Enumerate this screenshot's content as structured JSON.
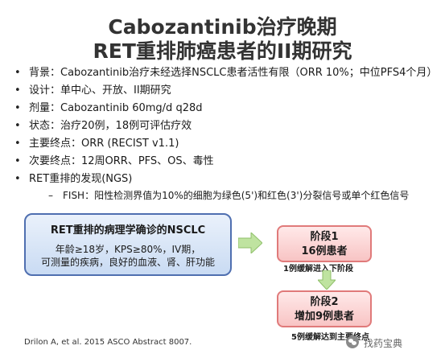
{
  "title": {
    "line1": "Cabozantinib治疗晚期",
    "line2": "RET重排肺癌患者的II期研究"
  },
  "bullets": [
    "背景：Cabozantinib治疗未经选择NSCLC患者活性有限（ORR 10%；中位PFS4个月）",
    "设计：单中心、开放、II期研究",
    "剂量：Cabozantinib 60mg/d q28d",
    "状态：治疗20例，18例可评估疗效",
    "主要终点：ORR (RECIST v1.1)",
    "次要终点：12周ORR、PFS、OS、毒性",
    "RET重排的发现(NGS)"
  ],
  "sub_bullet": {
    "dash": "–",
    "text": "FISH：阳性检测界值为10%的细胞为绿色(5')和红色(3')分裂信号或单个红色信号"
  },
  "left_box": {
    "heading": "RET重排的病理学确诊的NSCLC",
    "line1": "年龄≥18岁，KPS≥80%，IV期，",
    "line2": "可测量的疾病，良好的血液、肾、肝功能"
  },
  "stage1": {
    "line1": "阶段1",
    "line2": "16例患者"
  },
  "note1": "1例缓解进入下阶段",
  "stage2": {
    "line1": "阶段2",
    "line2": "增加9例患者"
  },
  "note2": "5例缓解达到主要终点",
  "citation": "Drilon A, et al. 2015 ASCO Abstract 8007.",
  "watermark": "找药宝典",
  "colors": {
    "left_box_border": "#4f6fb0",
    "stage_border": "#e07a7a",
    "arrow_fill": "#bfe3a0"
  },
  "icons": {
    "watermark": "wechat-icon"
  }
}
